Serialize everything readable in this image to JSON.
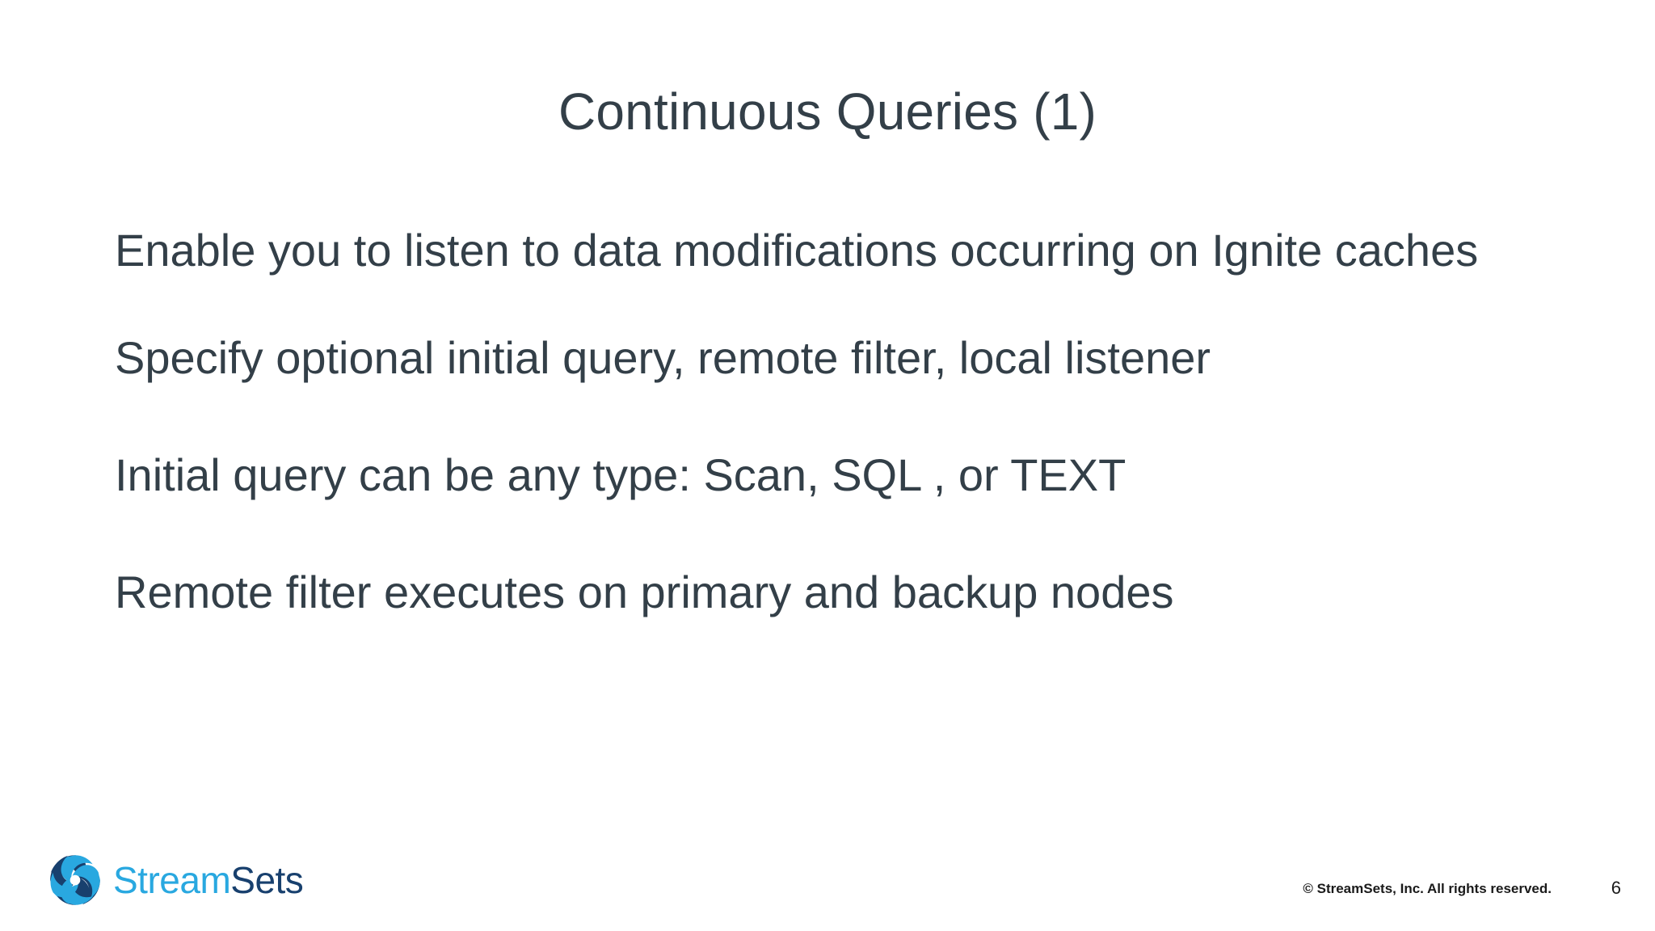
{
  "slide": {
    "title": "Continuous Queries (1)",
    "background_color": "#ffffff",
    "text_color": "#333f48",
    "bullets": [
      {
        "text": "Enable you to listen to data modifications occurring on Ignite caches"
      },
      {
        "text": "Specify optional initial query, remote filter, local listener"
      },
      {
        "text": "Initial query can be any type: Scan, SQL , or TEXT"
      },
      {
        "text": "Remote filter executes on primary and backup nodes"
      }
    ]
  },
  "footer": {
    "logo": {
      "icon_name": "streamsets-swirl-logo-icon",
      "word_primary": "Stream",
      "word_secondary": "Sets",
      "color_light": "#29a8e0",
      "color_dark": "#18406e"
    },
    "copyright": "© StreamSets, Inc. All rights reserved.",
    "page_number": "6"
  }
}
